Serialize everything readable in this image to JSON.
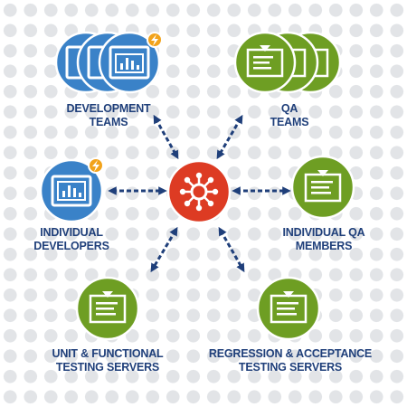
{
  "colors": {
    "blue": "#3a82c8",
    "green": "#6e9e23",
    "hub": "#dd3b23",
    "bolt": "#f2a31b",
    "arrow": "#1f3f7a",
    "label": "#1f3f7a"
  },
  "nodes": {
    "development_teams": {
      "line1": "DEVELOPMENT",
      "line2": "TEAMS"
    },
    "qa_teams": {
      "line1": "QA",
      "line2": "TEAMS"
    },
    "individual_developers": {
      "line1": "INDIVIDUAL",
      "line2": "DEVELOPERS"
    },
    "individual_qa_members": {
      "line1": "INDIVIDUAL QA",
      "line2": "MEMBERS"
    },
    "unit_functional_servers": {
      "line1": "UNIT & FUNCTIONAL",
      "line2": "TESTING SERVERS"
    },
    "regression_acceptance_servers": {
      "line1": "REGRESSION & ACCEPTANCE",
      "line2": "TESTING SERVERS"
    }
  },
  "icons": {
    "hub": "network-hub-icon",
    "developer": "chart-dashboard-icon",
    "qa": "checklist-clipboard-icon",
    "lightning": "lightning-bolt-icon"
  }
}
